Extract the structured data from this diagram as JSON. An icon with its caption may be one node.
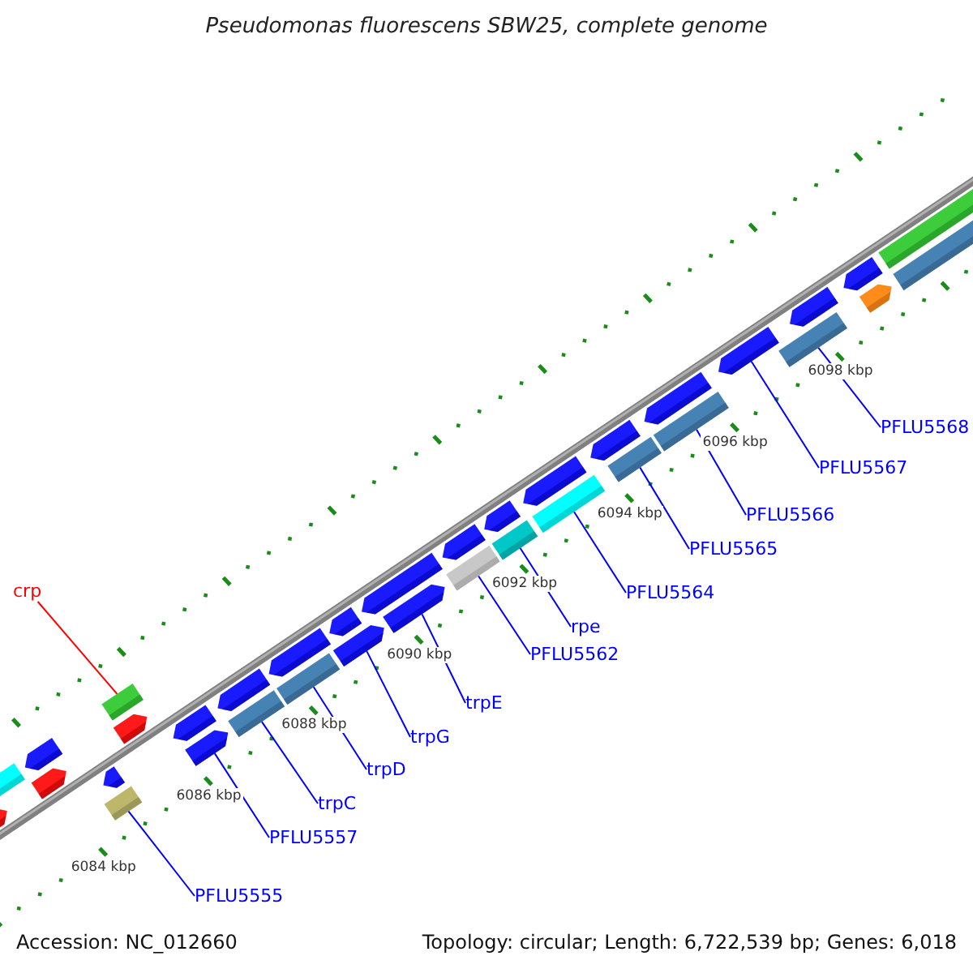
{
  "diagram": {
    "title": "Pseudomonas fluorescens SBW25, complete genome",
    "nodes": [
      {
        "text": [
          "crp"
        ]
      },
      {
        "text": [],
        "shape": "bar"
      },
      {
        "text": [
          "PFLU5555"
        ]
      },
      {
        "text": [],
        "shape": "bar"
      },
      {
        "text": [
          "PFLU5557"
        ]
      },
      {
        "text": [],
        "shape": "arrow"
      },
      {
        "text": [
          "trpC"
        ]
      },
      {
        "text": [],
        "shape": "bar"
      },
      {
        "text": [
          "trpD"
        ]
      },
      {
        "text": [],
        "shape": "bar"
      },
      {
        "text": [
          "trpG"
        ]
      },
      {
        "text": [],
        "shape": "arrow"
      },
      {
        "text": [
          "trpE"
        ]
      },
      {
        "text": [],
        "shape": "arrow"
      },
      {
        "text": [
          "PFLU5562"
        ]
      },
      {
        "text": [],
        "shape": "bar"
      },
      {
        "text": [
          "rpe"
        ]
      },
      {
        "text": [],
        "shape": "bar"
      },
      {
        "text": [
          "PFLU5564"
        ]
      },
      {
        "text": [],
        "shape": "bar"
      },
      {
        "text": [
          "PFLU5565"
        ]
      },
      {
        "text": [],
        "shape": "bar"
      },
      {
        "text": [
          "PFLU5566"
        ]
      },
      {
        "text": [],
        "shape": "bar"
      },
      {
        "text": [
          "PFLU5567"
        ]
      },
      {
        "text": [],
        "shape": "arrow"
      },
      {
        "text": [
          "PFLU5568"
        ]
      },
      {
        "text": [],
        "shape": "bar"
      },
      {
        "text": [],
        "shape": "arrow"
      },
      {
        "text": [],
        "shape": "bar"
      },
      {
        "text": [],
        "shape": "arrow"
      },
      {
        "text": [],
        "shape": "arrow"
      },
      {
        "text": [],
        "shape": "arrow"
      },
      {
        "text": [],
        "shape": "arrow"
      },
      {
        "text": [],
        "shape": "arrow"
      },
      {
        "text": [],
        "shape": "arrow"
      },
      {
        "text": [],
        "shape": "arrow"
      },
      {
        "text": [],
        "shape": "arrow"
      },
      {
        "text": [],
        "shape": "arrow"
      },
      {
        "text": [],
        "shape": "arrow"
      },
      {
        "text": [],
        "shape": "arrow"
      },
      {
        "text": [],
        "shape": "arrow"
      },
      {
        "text": [],
        "shape": "arrow"
      },
      {
        "text": [],
        "shape": "arrow"
      },
      {
        "text": [],
        "shape": "arrow"
      },
      {
        "text": [],
        "shape": "arrow"
      },
      {
        "text": [],
        "shape": "arrow"
      },
      {
        "text": [],
        "shape": "bar"
      },
      {
        "text": [],
        "shape": "bar"
      }
    ],
    "edges": [
      {
        "from": 0,
        "to": 1,
        "arrow": "none",
        "color": "#ff0000"
      },
      {
        "from": 2,
        "to": 3,
        "arrow": "none"
      },
      {
        "from": 4,
        "to": 5,
        "arrow": "none"
      },
      {
        "from": 6,
        "to": 7,
        "arrow": "none"
      },
      {
        "from": 8,
        "to": 9,
        "arrow": "none"
      },
      {
        "from": 10,
        "to": 11,
        "arrow": "none"
      },
      {
        "from": 12,
        "to": 13,
        "arrow": "none"
      },
      {
        "from": 14,
        "to": 15,
        "arrow": "none"
      },
      {
        "from": 16,
        "to": 17,
        "arrow": "none"
      },
      {
        "from": 18,
        "to": 19,
        "arrow": "none"
      },
      {
        "from": 20,
        "to": 21,
        "arrow": "none"
      },
      {
        "from": 22,
        "to": 23,
        "arrow": "none"
      },
      {
        "from": 24,
        "to": 25,
        "arrow": "none"
      },
      {
        "from": 26,
        "to": 27,
        "arrow": "none"
      }
    ],
    "labels": [
      "6084 kbp",
      "6086 kbp",
      "6088 kbp",
      "6090 kbp",
      "6092 kbp",
      "6094 kbp",
      "6096 kbp",
      "6098 kbp",
      "Accession: NC_012660",
      "Topology: circular; Length: 6,722,539 bp; Genes: 6,018"
    ]
  }
}
